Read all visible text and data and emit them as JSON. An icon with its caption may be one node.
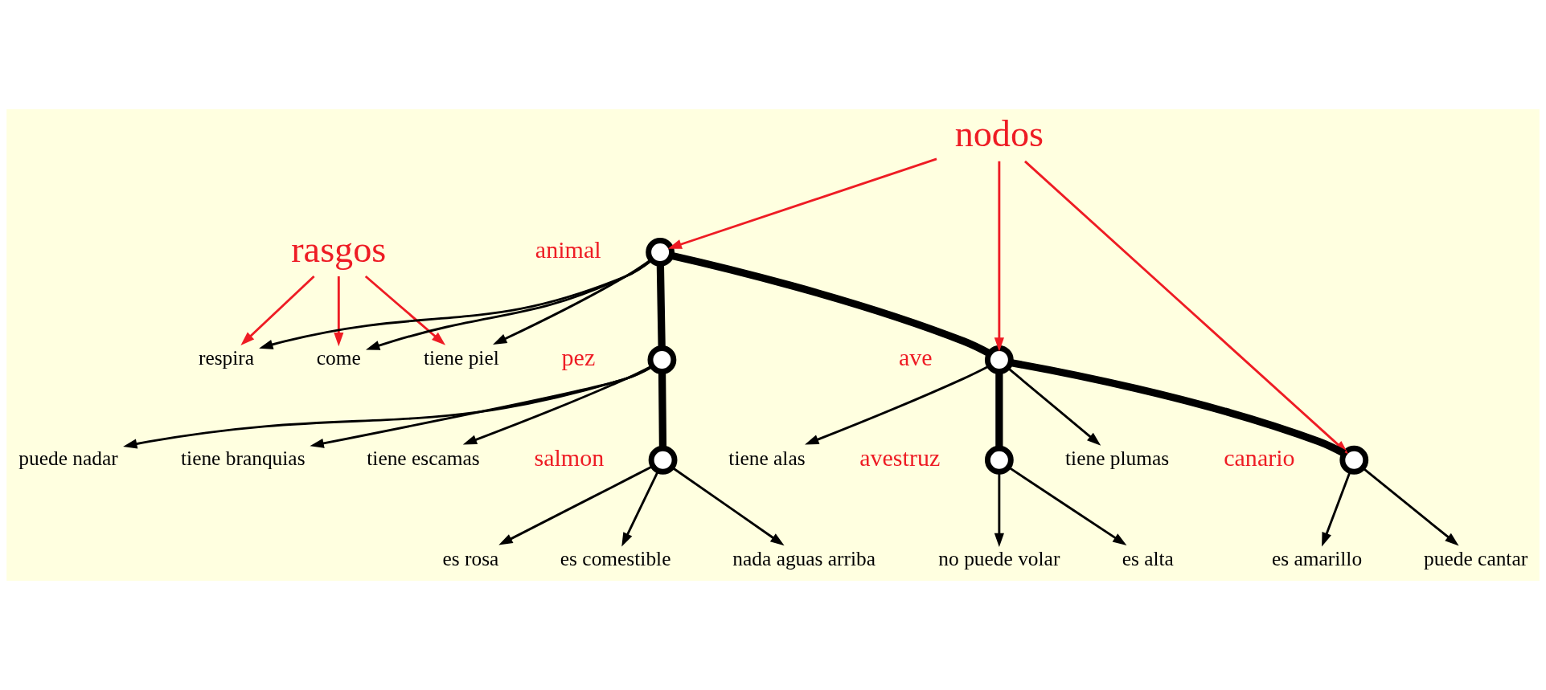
{
  "diagram": {
    "nodes": [
      {
        "text": [
          "nodos"
        ]
      },
      {
        "text": [
          "rasgos"
        ]
      },
      {
        "text": [],
        "shape": "circle",
        "beside": [
          "animal"
        ]
      },
      {
        "text": [
          "respira"
        ]
      },
      {
        "text": [
          "come"
        ]
      },
      {
        "text": [
          "tiene piel"
        ]
      },
      {
        "text": [],
        "shape": "circle",
        "beside": [
          "ave"
        ]
      },
      {
        "text": [
          "tiene alas"
        ]
      },
      {
        "text": [
          "tiene plumas"
        ]
      },
      {
        "text": [],
        "shape": "circle",
        "beside": [
          "pez"
        ]
      },
      {
        "text": [
          "tiene escamas"
        ]
      },
      {
        "text": [
          "puede nadar"
        ]
      },
      {
        "text": [
          "tiene branquias"
        ]
      },
      {
        "text": [],
        "shape": "circle",
        "beside": [
          "canario"
        ]
      },
      {
        "text": [
          "puede cantar"
        ]
      },
      {
        "text": [
          "es amarillo"
        ]
      },
      {
        "text": [],
        "shape": "circle",
        "beside": [
          "avestruz"
        ]
      },
      {
        "text": [
          "es alta"
        ]
      },
      {
        "text": [
          "no puede volar"
        ]
      },
      {
        "text": [],
        "shape": "circle",
        "beside": [
          "salmon"
        ]
      },
      {
        "text": [
          "es rosa"
        ]
      },
      {
        "text": [
          "es comestible"
        ]
      },
      {
        "text": [
          "nada aguas arriba"
        ]
      }
    ],
    "edges": [
      {
        "from": 0,
        "to": 2,
        "arrow": "to",
        "color": "#ee1c24"
      },
      {
        "from": 0,
        "to": 6,
        "arrow": "to",
        "color": "#ee1c24"
      },
      {
        "from": 0,
        "to": 13,
        "arrow": "to",
        "color": "#ee1c24"
      },
      {
        "from": 1,
        "to": 3,
        "arrow": "to",
        "color": "#ee1c24"
      },
      {
        "from": 1,
        "to": 4,
        "arrow": "to",
        "color": "#ee1c24"
      },
      {
        "from": 1,
        "to": 5,
        "arrow": "to",
        "color": "#ee1c24"
      },
      {
        "from": 2,
        "to": 3,
        "arrow": "to"
      },
      {
        "from": 2,
        "to": 4,
        "arrow": "to"
      },
      {
        "from": 2,
        "to": 5,
        "arrow": "to"
      },
      {
        "from": 2,
        "to": 6,
        "arrow": "none",
        "style": "thick"
      },
      {
        "from": 2,
        "to": 9,
        "arrow": "none",
        "style": "thick"
      },
      {
        "from": 6,
        "to": 7,
        "arrow": "to"
      },
      {
        "from": 6,
        "to": 8,
        "arrow": "to"
      },
      {
        "from": 6,
        "to": 13,
        "arrow": "none",
        "style": "thick"
      },
      {
        "from": 6,
        "to": 16,
        "arrow": "none",
        "style": "thick"
      },
      {
        "from": 9,
        "to": 10,
        "arrow": "to"
      },
      {
        "from": 9,
        "to": 11,
        "arrow": "to"
      },
      {
        "from": 9,
        "to": 12,
        "arrow": "to"
      },
      {
        "from": 9,
        "to": 19,
        "arrow": "none",
        "style": "thick"
      },
      {
        "from": 13,
        "to": 14,
        "arrow": "to"
      },
      {
        "from": 13,
        "to": 15,
        "arrow": "to"
      },
      {
        "from": 16,
        "to": 17,
        "arrow": "to"
      },
      {
        "from": 16,
        "to": 18,
        "arrow": "to"
      },
      {
        "from": 19,
        "to": 20,
        "arrow": "to"
      },
      {
        "from": 19,
        "to": 21,
        "arrow": "to"
      },
      {
        "from": 19,
        "to": 22,
        "arrow": "to"
      }
    ]
  }
}
